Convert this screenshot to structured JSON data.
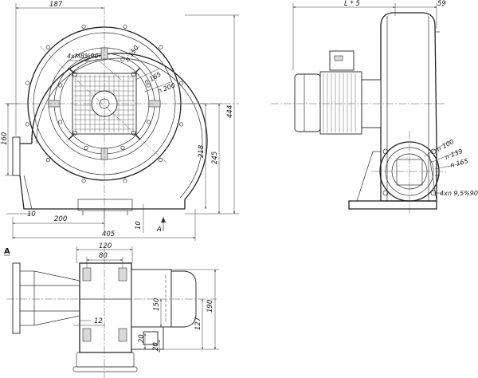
{
  "front_view": {
    "dims": {
      "width_top": "187",
      "height_total": "444",
      "height_245": "245",
      "height_218": "218",
      "height_160": "160",
      "offset_10": "10",
      "base_200": "200",
      "width_total": "405",
      "height_10": "10"
    },
    "callouts": {
      "holes": "4хМ8%90-",
      "d150": "n 150",
      "d165": "n 165",
      "d200": "n 200"
    },
    "section_mark": "А"
  },
  "side_view": {
    "dims": {
      "length": "L * 5",
      "depth_59": "59"
    },
    "callouts": {
      "d100": "n 100",
      "d139": "n 139",
      "d165": "n 165",
      "holes": "4хn 9,5%90-"
    }
  },
  "view_a": {
    "label": "А",
    "dims": {
      "w120": "120",
      "w80": "80",
      "h150": "150",
      "h190": "190",
      "h127": "127",
      "w12": "12",
      "h20a": "20",
      "h20b": "20"
    }
  }
}
